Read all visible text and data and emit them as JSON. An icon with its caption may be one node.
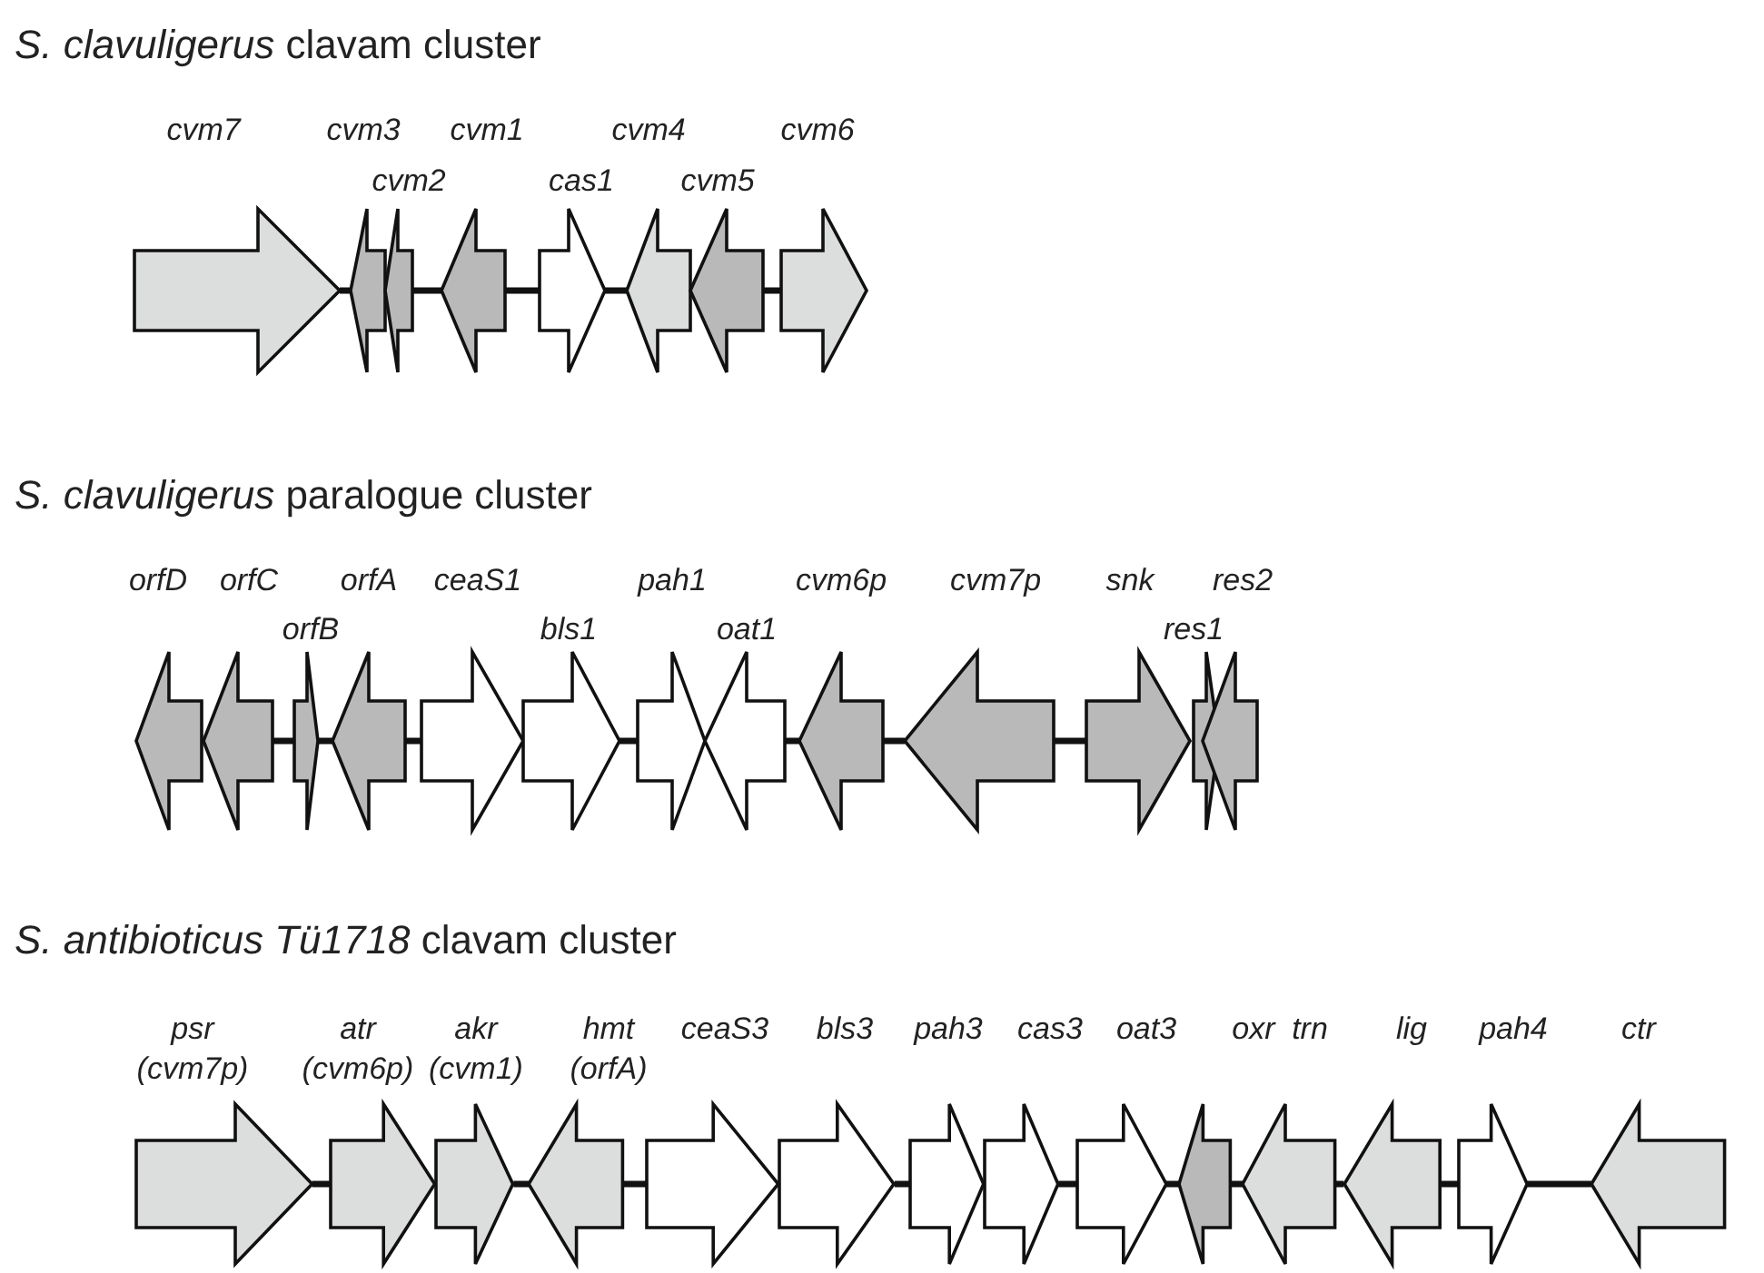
{
  "diagram": {
    "nodes": [
      {
        "text": [
          "cvm7"
        ]
      },
      {
        "text": [
          "cvm3"
        ]
      },
      {
        "text": [
          "cvm2"
        ]
      },
      {
        "text": [
          "cvm1"
        ]
      },
      {
        "text": [
          "cas1"
        ]
      },
      {
        "text": [
          "cvm4"
        ]
      },
      {
        "text": [
          "cvm5"
        ]
      },
      {
        "text": [
          "cvm6"
        ]
      },
      {
        "text": [
          "orfD"
        ]
      },
      {
        "text": [
          "orfC"
        ]
      },
      {
        "text": [
          "orfB"
        ]
      },
      {
        "text": [
          "orfA"
        ]
      },
      {
        "text": [
          "ceaS1"
        ]
      },
      {
        "text": [
          "bls1"
        ]
      },
      {
        "text": [
          "pah1"
        ]
      },
      {
        "text": [
          "oat1"
        ]
      },
      {
        "text": [
          "cvm6p"
        ]
      },
      {
        "text": [
          "cvm7p"
        ]
      },
      {
        "text": [
          "snk"
        ]
      },
      {
        "text": [
          "res1"
        ]
      },
      {
        "text": [
          "res2"
        ]
      },
      {
        "text": [
          "psr (cvm7p)"
        ]
      },
      {
        "text": [
          "atr (cvm6p)"
        ]
      },
      {
        "text": [
          "akr (cvm1)"
        ]
      },
      {
        "text": [
          "hmt (orfA)"
        ]
      },
      {
        "text": [
          "ceaS3"
        ]
      },
      {
        "text": [
          "bls3"
        ]
      },
      {
        "text": [
          "pah3"
        ]
      },
      {
        "text": [
          "cas3"
        ]
      },
      {
        "text": [
          "oat3"
        ]
      },
      {
        "text": [
          "oxr"
        ]
      },
      {
        "text": [
          "trn"
        ]
      },
      {
        "text": [
          "lig"
        ]
      },
      {
        "text": [
          "pah4"
        ]
      },
      {
        "text": [
          "ctr"
        ]
      }
    ],
    "edges": [
      {
        "from": 0,
        "to": 1,
        "arrow": "none"
      },
      {
        "from": 2,
        "to": 3,
        "arrow": "none"
      },
      {
        "from": 3,
        "to": 4,
        "arrow": "none"
      },
      {
        "from": 4,
        "to": 5,
        "arrow": "none"
      },
      {
        "from": 6,
        "to": 7,
        "arrow": "none"
      },
      {
        "from": 9,
        "to": 10,
        "arrow": "none"
      },
      {
        "from": 10,
        "to": 11,
        "arrow": "none"
      },
      {
        "from": 11,
        "to": 12,
        "arrow": "none"
      },
      {
        "from": 13,
        "to": 14,
        "arrow": "none"
      },
      {
        "from": 15,
        "to": 16,
        "arrow": "none"
      },
      {
        "from": 16,
        "to": 17,
        "arrow": "none"
      },
      {
        "from": 17,
        "to": 18,
        "arrow": "none"
      },
      {
        "from": 21,
        "to": 22,
        "arrow": "none"
      },
      {
        "from": 23,
        "to": 24,
        "arrow": "none"
      },
      {
        "from": 24,
        "to": 25,
        "arrow": "none"
      },
      {
        "from": 26,
        "to": 27,
        "arrow": "none"
      },
      {
        "from": 28,
        "to": 29,
        "arrow": "none"
      },
      {
        "from": 29,
        "to": 30,
        "arrow": "none"
      },
      {
        "from": 30,
        "to": 31,
        "arrow": "none"
      },
      {
        "from": 31,
        "to": 32,
        "arrow": "none"
      },
      {
        "from": 32,
        "to": 33,
        "arrow": "none"
      },
      {
        "from": 33,
        "to": 34,
        "arrow": "none"
      }
    ],
    "labels": [
      "*S. clavuligerus* clavam cluster",
      "*S. clavuligerus* paralogue cluster",
      "*S. antibioticus Tü1718* clavam cluster"
    ]
  }
}
